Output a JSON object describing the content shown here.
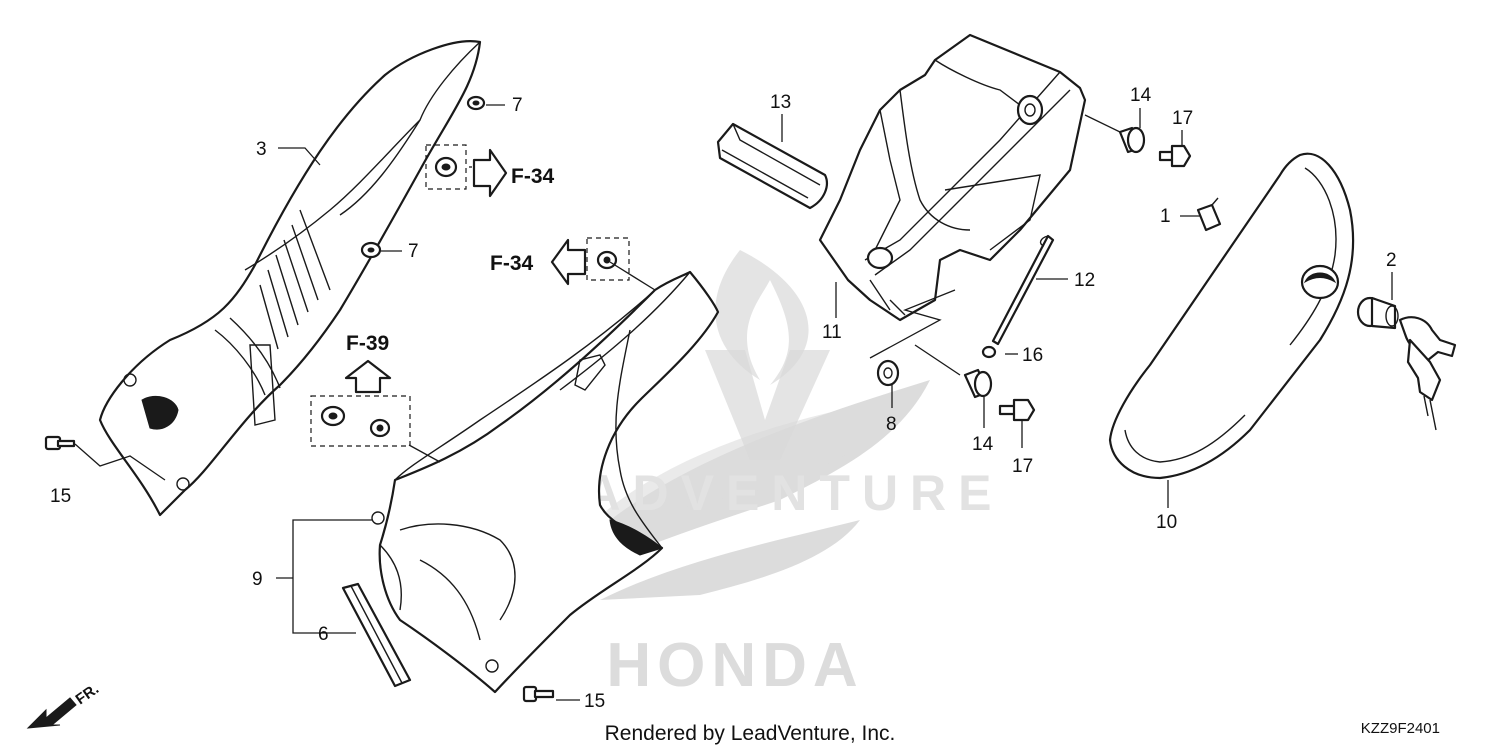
{
  "diagram": {
    "callouts": {
      "c1": "1",
      "c2": "2",
      "c3": "3",
      "c6": "6",
      "c7a": "7",
      "c7b": "7",
      "c8": "8",
      "c9": "9",
      "c10": "10",
      "c11": "11",
      "c12": "12",
      "c13": "13",
      "c14a": "14",
      "c14b": "14",
      "c15a": "15",
      "c15b": "15",
      "c16": "16",
      "c17a": "17",
      "c17b": "17"
    },
    "section_refs": {
      "f34_right": "F-34",
      "f34_left": "F-34",
      "f39": "F-39"
    },
    "direction_label": "FR.",
    "watermark_brand": "LEADVENTURE",
    "watermark_logo": "HONDA",
    "footer_credit": "Rendered by LeadVenture, Inc.",
    "diagram_code": "KZZ9F2401"
  },
  "colors": {
    "ink": "#1a1a1a",
    "watermark": "#d9d9d9",
    "background": "#ffffff"
  }
}
